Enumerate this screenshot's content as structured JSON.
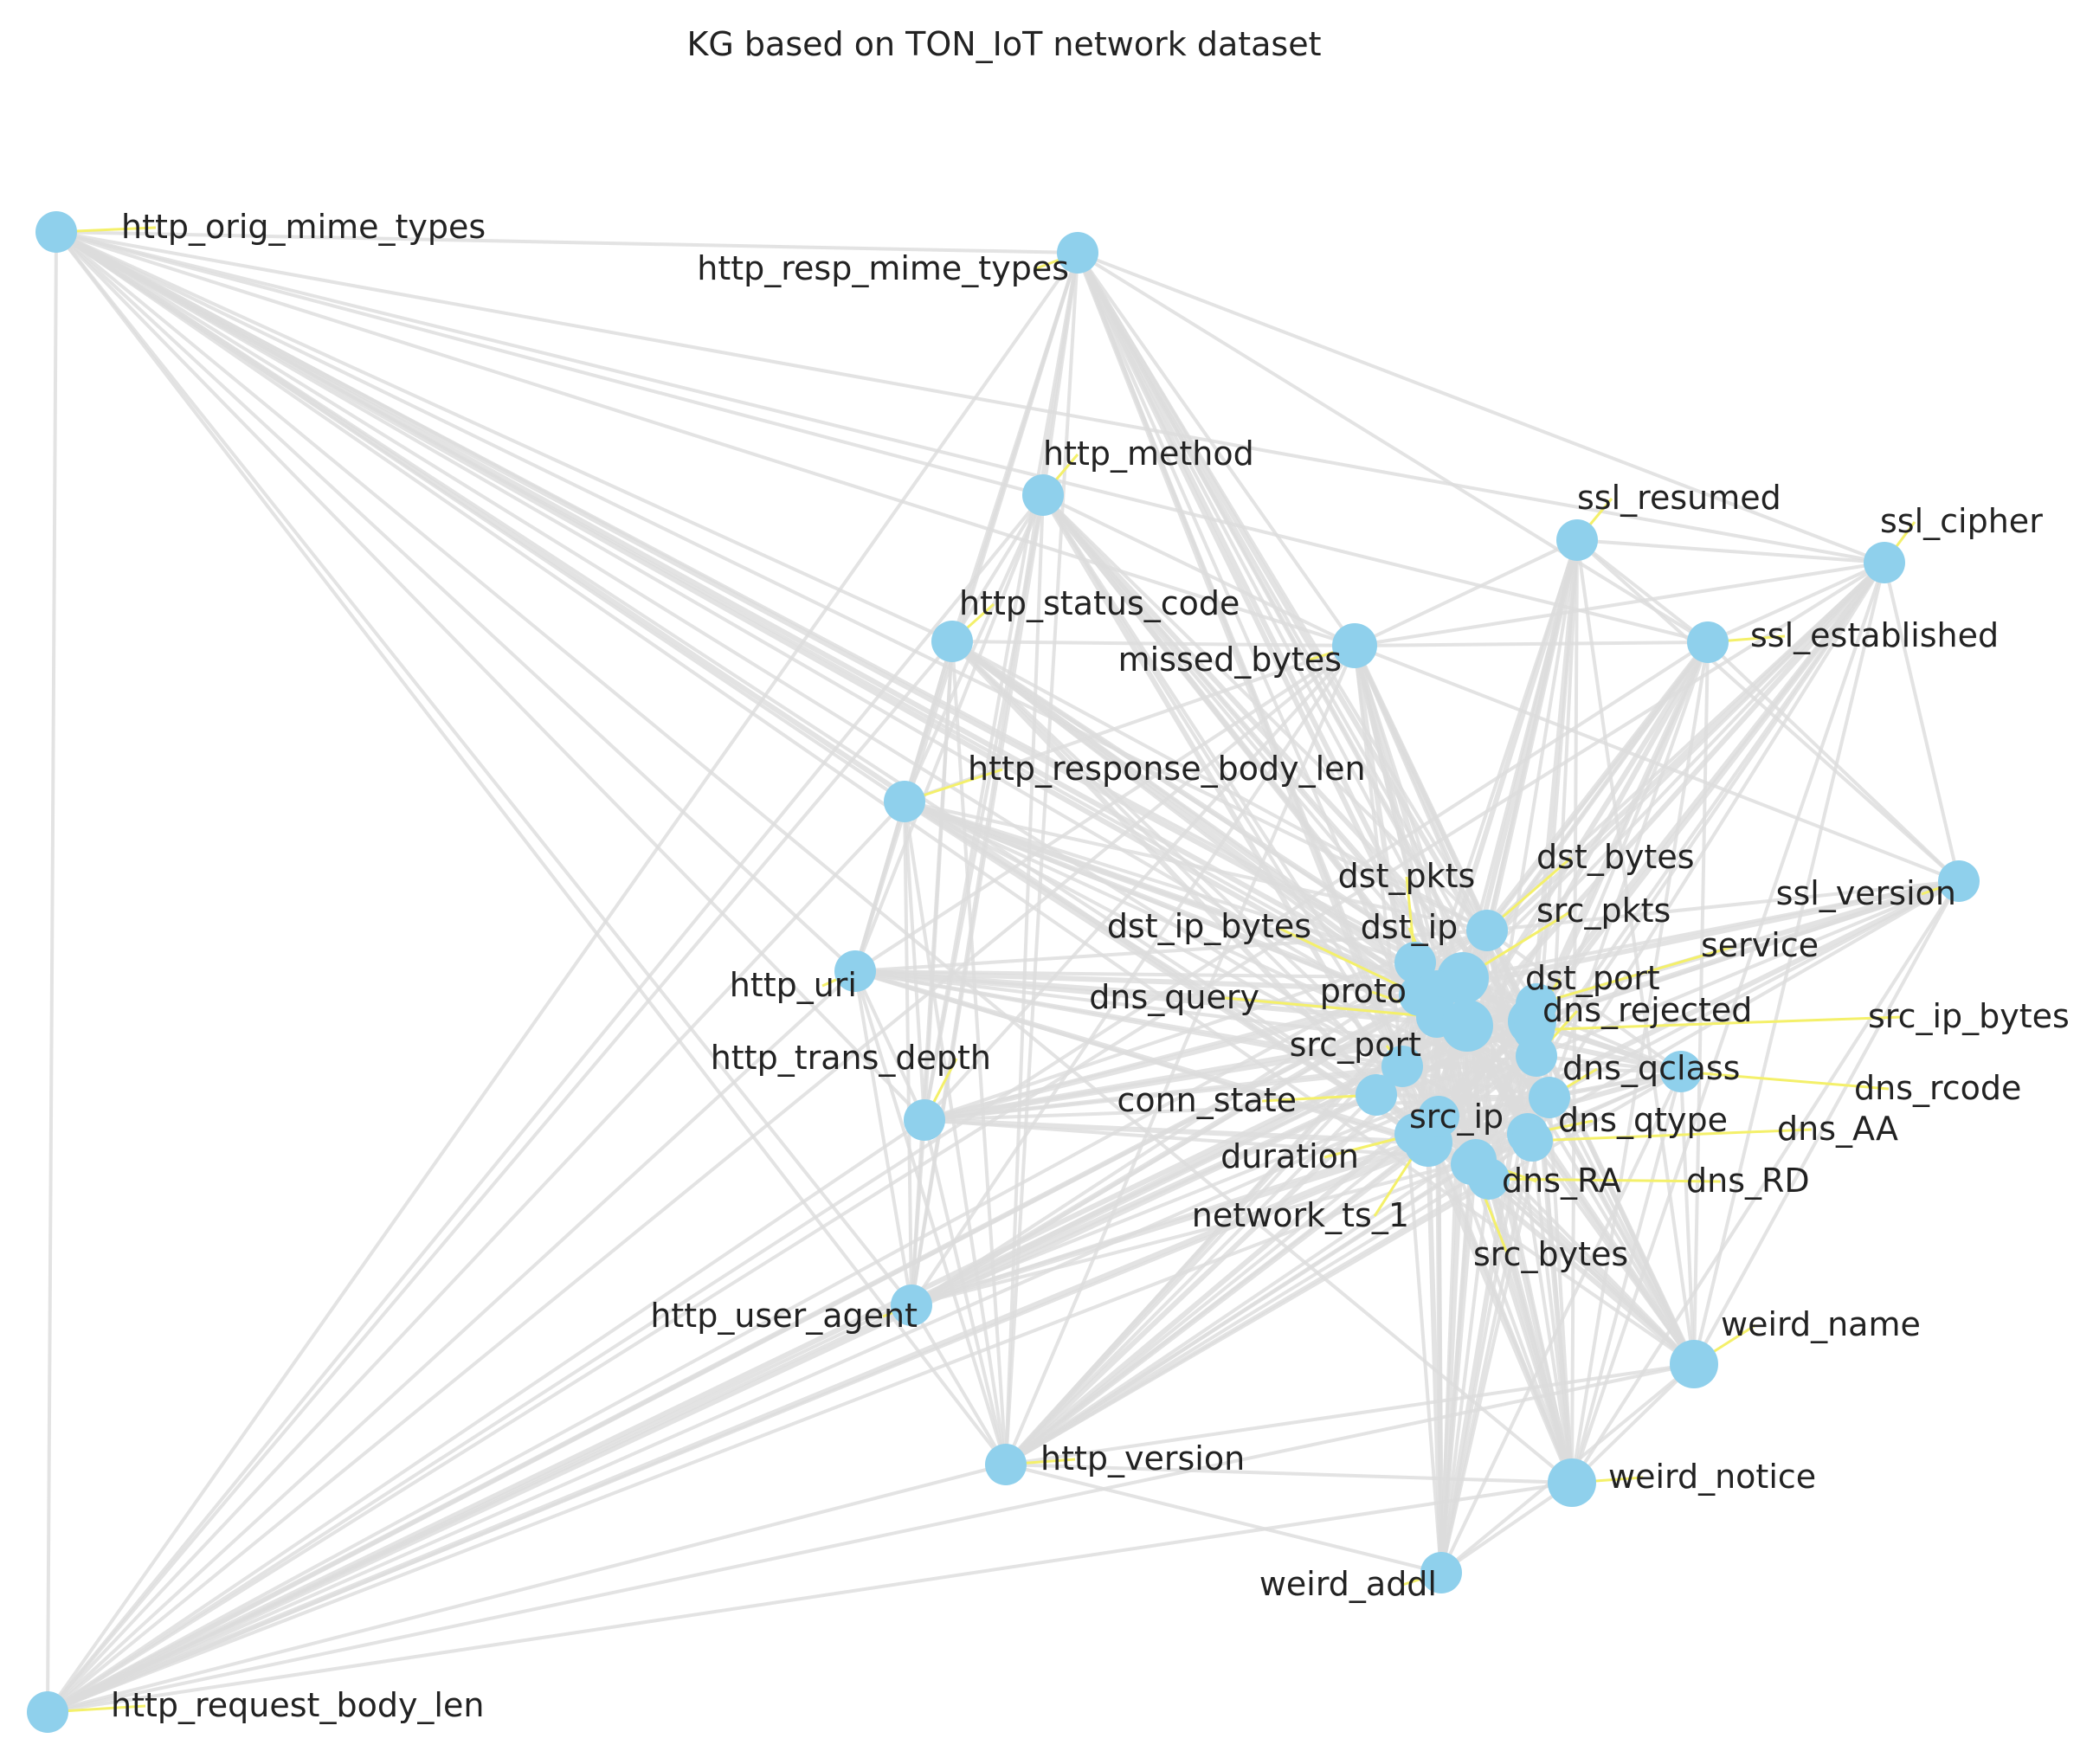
{
  "title": "KG based on TON_IoT network dataset",
  "colors": {
    "node": "#8fd0ec",
    "edge": "#dcdcdc",
    "label_link": "#f4f06a",
    "text": "#222222",
    "background": "#ffffff"
  },
  "nodes": [
    {
      "id": "http_orig_mime_types",
      "label": "http_orig_mime_types"
    },
    {
      "id": "http_resp_mime_types",
      "label": "http_resp_mime_types"
    },
    {
      "id": "http_method",
      "label": "http_method"
    },
    {
      "id": "ssl_resumed",
      "label": "ssl_resumed"
    },
    {
      "id": "ssl_cipher",
      "label": "ssl_cipher"
    },
    {
      "id": "http_status_code",
      "label": "http_status_code"
    },
    {
      "id": "missed_bytes",
      "label": "missed_bytes"
    },
    {
      "id": "ssl_established",
      "label": "ssl_established"
    },
    {
      "id": "http_response_body_len",
      "label": "http_response_body_len"
    },
    {
      "id": "ssl_version",
      "label": "ssl_version"
    },
    {
      "id": "http_uri",
      "label": "http_uri"
    },
    {
      "id": "http_trans_depth",
      "label": "http_trans_depth"
    },
    {
      "id": "http_user_agent",
      "label": "http_user_agent"
    },
    {
      "id": "weird_name",
      "label": "weird_name"
    },
    {
      "id": "http_version",
      "label": "http_version"
    },
    {
      "id": "weird_notice",
      "label": "weird_notice"
    },
    {
      "id": "weird_addl",
      "label": "weird_addl"
    },
    {
      "id": "http_request_body_len",
      "label": "http_request_body_len"
    },
    {
      "id": "dst_pkts",
      "label": "dst_pkts"
    },
    {
      "id": "dst_bytes",
      "label": "dst_bytes"
    },
    {
      "id": "src_pkts",
      "label": "src_pkts"
    },
    {
      "id": "dst_ip_bytes",
      "label": "dst_ip_bytes"
    },
    {
      "id": "dst_ip",
      "label": "dst_ip"
    },
    {
      "id": "service",
      "label": "service"
    },
    {
      "id": "dst_port",
      "label": "dst_port"
    },
    {
      "id": "dns_query",
      "label": "dns_query"
    },
    {
      "id": "proto",
      "label": "proto"
    },
    {
      "id": "dns_rejected",
      "label": "dns_rejected"
    },
    {
      "id": "src_ip_bytes",
      "label": "src_ip_bytes"
    },
    {
      "id": "src_port",
      "label": "src_port"
    },
    {
      "id": "dns_qclass",
      "label": "dns_qclass"
    },
    {
      "id": "dns_rcode",
      "label": "dns_rcode"
    },
    {
      "id": "conn_state",
      "label": "conn_state"
    },
    {
      "id": "src_ip",
      "label": "src_ip"
    },
    {
      "id": "dns_qtype",
      "label": "dns_qtype"
    },
    {
      "id": "dns_AA",
      "label": "dns_AA"
    },
    {
      "id": "duration",
      "label": "duration"
    },
    {
      "id": "dns_RA",
      "label": "dns_RA"
    },
    {
      "id": "dns_RD",
      "label": "dns_RD"
    },
    {
      "id": "network_ts_1",
      "label": "network_ts_1"
    },
    {
      "id": "src_bytes",
      "label": "src_bytes"
    }
  ]
}
